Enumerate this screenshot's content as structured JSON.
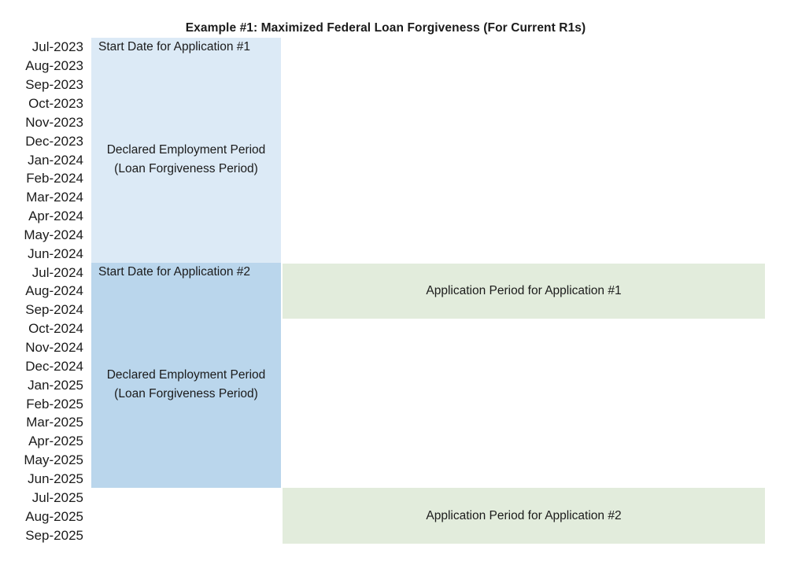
{
  "title": "Example #1: Maximized Federal Loan Forgiveness (For Current R1s)",
  "months": [
    "Jul-2023",
    "Aug-2023",
    "Sep-2023",
    "Oct-2023",
    "Nov-2023",
    "Dec-2023",
    "Jan-2024",
    "Feb-2024",
    "Mar-2024",
    "Apr-2024",
    "May-2024",
    "Jun-2024",
    "Jul-2024",
    "Aug-2024",
    "Sep-2024",
    "Oct-2024",
    "Nov-2024",
    "Dec-2024",
    "Jan-2025",
    "Feb-2025",
    "Mar-2025",
    "Apr-2025",
    "May-2025",
    "Jun-2025",
    "Jul-2025",
    "Aug-2025",
    "Sep-2025"
  ],
  "blocks": {
    "employment1": {
      "start_label": "Start Date for Application #1",
      "period_line1": "Declared Employment Period",
      "period_line2": "(Loan Forgiveness Period)",
      "start_month": "Jul-2023",
      "end_month": "Jun-2024",
      "color": "#dceaf6"
    },
    "employment2": {
      "start_label": "Start Date for Application #2",
      "period_line1": "Declared Employment Period",
      "period_line2": "(Loan Forgiveness Period)",
      "start_month": "Jul-2024",
      "end_month": "Jun-2025",
      "color": "#bad6ec"
    },
    "application1": {
      "label": "Application Period for Application #1",
      "start_month": "Jul-2024",
      "end_month": "Sep-2024",
      "color": "#e2ecdc"
    },
    "application2": {
      "label": "Application Period for Application #2",
      "start_month": "Jul-2025",
      "end_month": "Sep-2025",
      "color": "#e2ecdc"
    }
  },
  "colors": {
    "background": "#ffffff",
    "text": "#1b1b1b",
    "light_blue": "#dceaf6",
    "medium_blue": "#bad6ec",
    "green": "#e2ecdc"
  },
  "chart_data": {
    "type": "bar",
    "subtype": "gantt-timeline",
    "title": "Example #1: Maximized Federal Loan Forgiveness (For Current R1s)",
    "time_axis": {
      "unit": "month",
      "ticks": [
        "Jul-2023",
        "Aug-2023",
        "Sep-2023",
        "Oct-2023",
        "Nov-2023",
        "Dec-2023",
        "Jan-2024",
        "Feb-2024",
        "Mar-2024",
        "Apr-2024",
        "May-2024",
        "Jun-2024",
        "Jul-2024",
        "Aug-2024",
        "Sep-2024",
        "Oct-2024",
        "Nov-2024",
        "Dec-2024",
        "Jan-2025",
        "Feb-2025",
        "Mar-2025",
        "Apr-2025",
        "May-2025",
        "Jun-2025",
        "Jul-2025",
        "Aug-2025",
        "Sep-2025"
      ],
      "orientation": "vertical"
    },
    "series": [
      {
        "name": "Declared Employment Period (Loan Forgiveness Period) — Application #1",
        "start": "Jul-2023",
        "end": "Jun-2024",
        "duration_months": 12,
        "column": "employment",
        "color": "#dceaf6"
      },
      {
        "name": "Application Period for Application #1",
        "start": "Jul-2024",
        "end": "Sep-2024",
        "duration_months": 3,
        "column": "application",
        "color": "#e2ecdc"
      },
      {
        "name": "Declared Employment Period (Loan Forgiveness Period) — Application #2",
        "start": "Jul-2024",
        "end": "Jun-2025",
        "duration_months": 12,
        "column": "employment",
        "color": "#bad6ec"
      },
      {
        "name": "Application Period for Application #2",
        "start": "Jul-2025",
        "end": "Sep-2025",
        "duration_months": 3,
        "column": "application",
        "color": "#e2ecdc"
      }
    ],
    "annotations": [
      {
        "text": "Start Date for Application #1",
        "month": "Jul-2023"
      },
      {
        "text": "Start Date for Application #2",
        "month": "Jul-2024"
      }
    ],
    "legend": false,
    "grid": false
  }
}
